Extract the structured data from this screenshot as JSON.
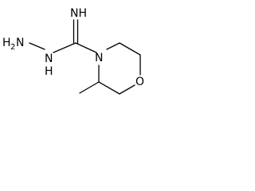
{
  "structure": {
    "atoms": {
      "imine_nh": "NH",
      "hydrazine_h2n": "H",
      "hydrazine_h2n_sub": "2",
      "hydrazine_n": "N",
      "hydrazine_nh": "H",
      "ring_n": "N",
      "ring_o": "O"
    },
    "colors": {
      "bond": "#000000",
      "text": "#000000",
      "background": "#ffffff"
    }
  }
}
